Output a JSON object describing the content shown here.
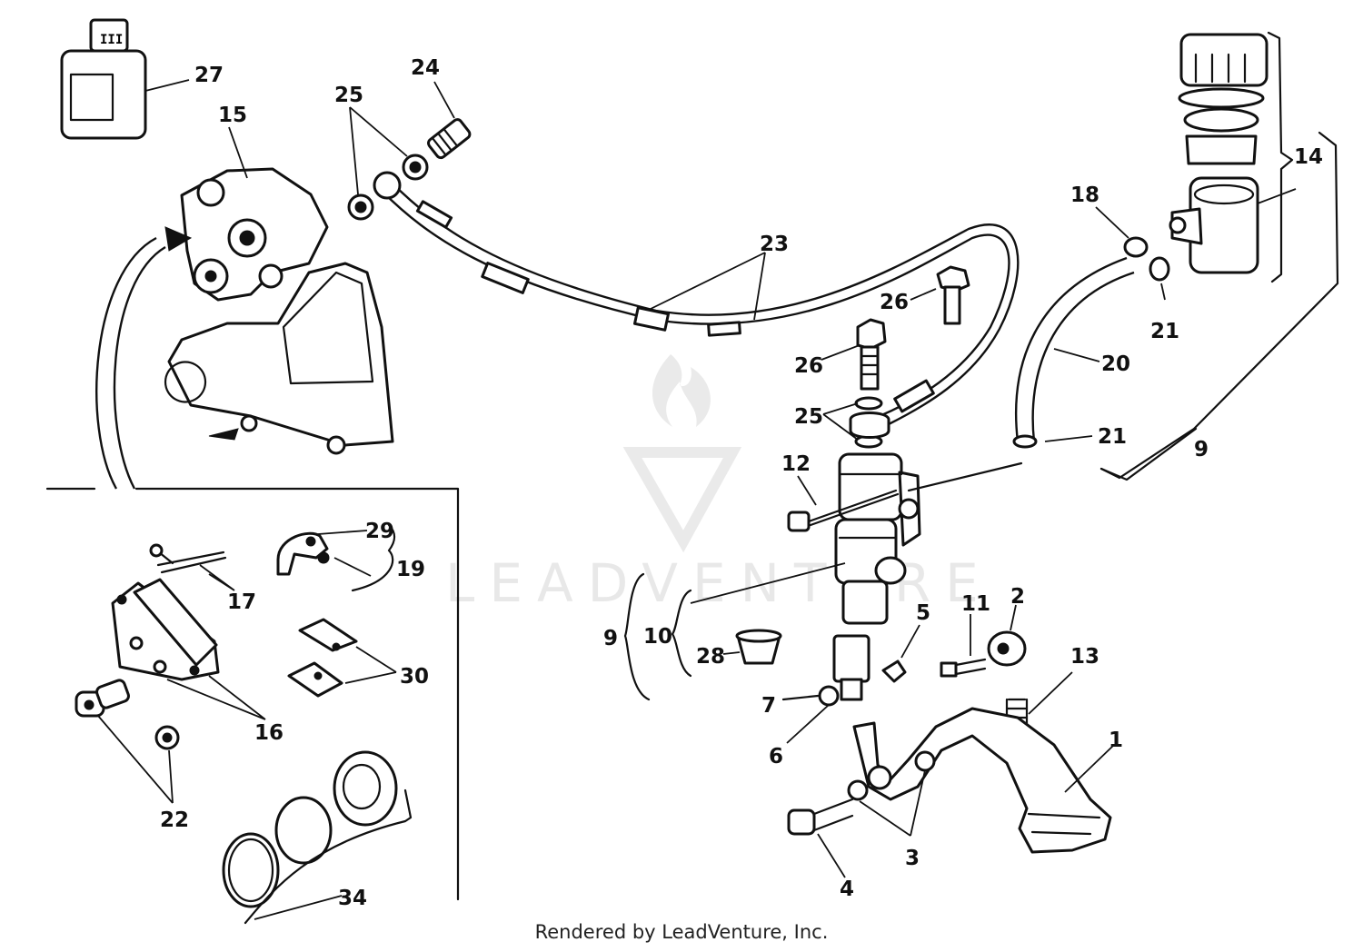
{
  "watermark": {
    "text": "LEADVENTURE"
  },
  "footer": {
    "text": "Rendered by LeadVenture, Inc."
  },
  "callouts": {
    "n1": "1",
    "n2": "2",
    "n3": "3",
    "n4": "4",
    "n5": "5",
    "n6": "6",
    "n7": "7",
    "n9a": "9",
    "n9b": "9",
    "n10": "10",
    "n11": "11",
    "n12": "12",
    "n13": "13",
    "n14": "14",
    "n15": "15",
    "n16": "16",
    "n17": "17",
    "n18": "18",
    "n19": "19",
    "n20": "20",
    "n21a": "21",
    "n21b": "21",
    "n22": "22",
    "n23": "23",
    "n24": "24",
    "n25a": "25",
    "n25b": "25",
    "n26a": "26",
    "n26b": "26",
    "n27": "27",
    "n28": "28",
    "n29": "29",
    "n30": "30",
    "n34": "34"
  },
  "bottle_label": "III"
}
